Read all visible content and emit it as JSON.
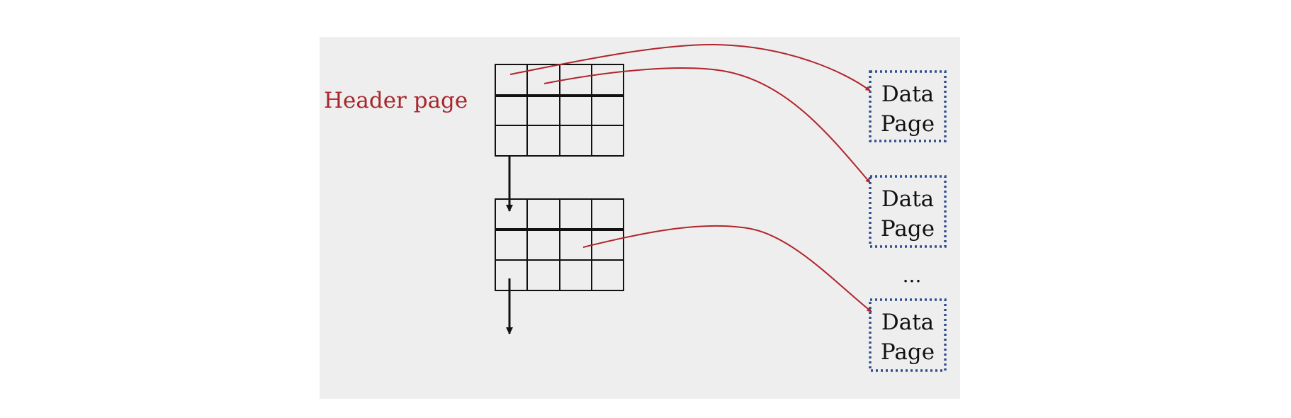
{
  "header_label": "Header page",
  "data_pages": [
    {
      "line1": "Data",
      "line2": "Page"
    },
    {
      "line1": "Data",
      "line2": "Page"
    },
    {
      "line1": "Data",
      "line2": "Page"
    }
  ],
  "ellipsis": "...",
  "colors": {
    "panel_background": "#eeeeee",
    "header_label": "#a8262c",
    "pointer_arrow": "#b0252b",
    "data_page_border": "#2f4e8c",
    "grid": "#111111"
  }
}
